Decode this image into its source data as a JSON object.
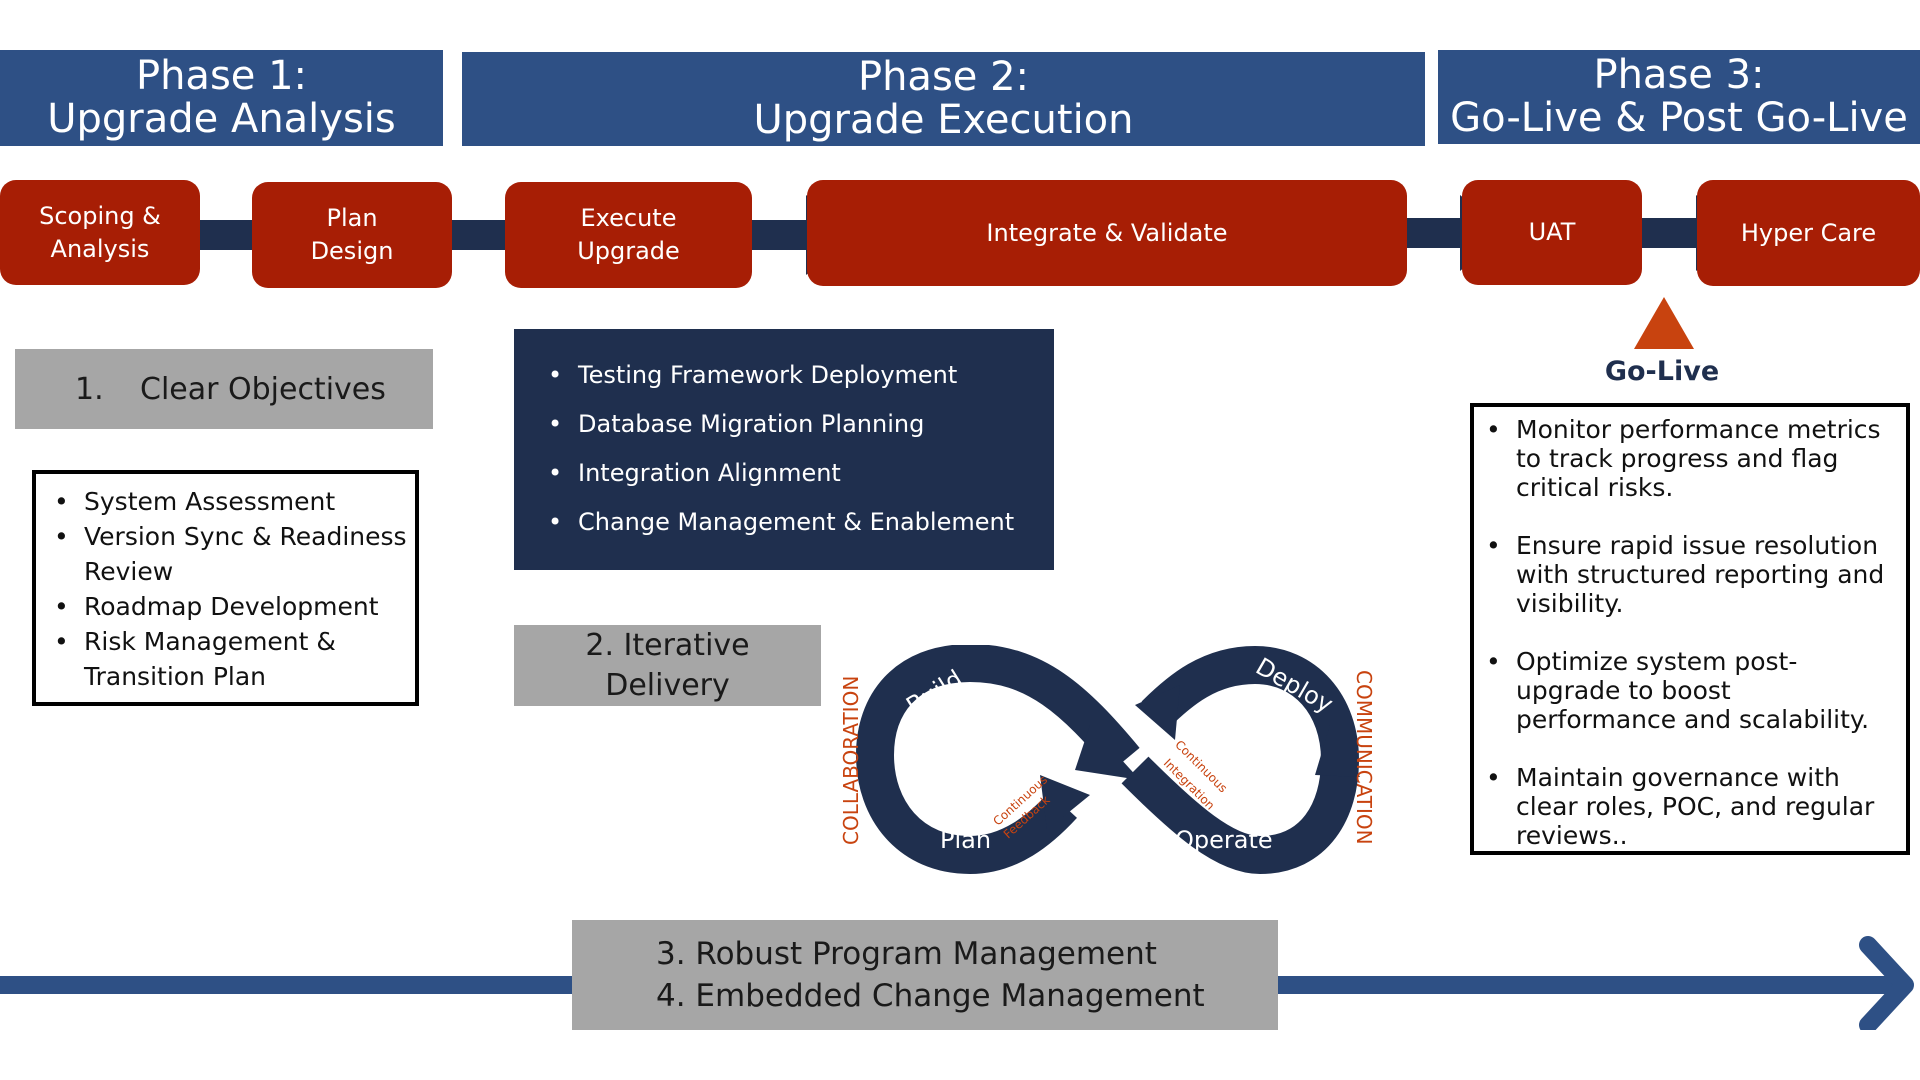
{
  "phases": [
    {
      "title": "Phase 1:",
      "subtitle": "Upgrade Analysis"
    },
    {
      "title": "Phase 2:",
      "subtitle": "Upgrade Execution"
    },
    {
      "title": "Phase 3:",
      "subtitle": "Go-Live & Post Go-Live"
    }
  ],
  "steps": [
    {
      "line1": "Scoping &",
      "line2": "Analysis"
    },
    {
      "line1": "Plan",
      "line2": "Design"
    },
    {
      "line1": "Execute",
      "line2": "Upgrade"
    },
    {
      "line1": "Integrate & Validate"
    },
    {
      "line1": "UAT"
    },
    {
      "line1": "Hyper Care"
    }
  ],
  "go_live": "Go-Live",
  "objectives": {
    "number": "1.",
    "title": "Clear Objectives"
  },
  "phase1_items": [
    "System Assessment",
    "Version Sync &  Readiness Review",
    "Roadmap Development",
    "Risk Management & Transition Plan"
  ],
  "phase2_items": [
    "Testing Framework Deployment",
    "Database Migration Planning",
    "Integration Alignment",
    "Change Management & Enablement"
  ],
  "iterative": {
    "line1": "2. Iterative",
    "line2": "Delivery"
  },
  "infinity": {
    "build": "Build",
    "deploy": "Deploy",
    "plan": "Plan",
    "operate": "Operate",
    "feedback1": "Continuous",
    "feedback2": "Feedback",
    "integration1": "Continuous",
    "integration2": "Integration",
    "left_side": "COLLABORATION",
    "right_side": "COMMUNICATION"
  },
  "phase3_items": [
    "Monitor performance metrics to track progress and flag critical risks.",
    "Ensure rapid issue resolution with structured reporting and visibility.",
    "Optimize system post-upgrade to boost performance and scalability.",
    "Maintain governance with clear roles, POC, and regular reviews.."
  ],
  "management": {
    "line1": "3. Robust Program Management",
    "line2": "4. Embedded Change Management"
  },
  "colors": {
    "phase_blue": "#2e5085",
    "step_red": "#a71e05",
    "navy": "#1f2f4e",
    "gray": "#a6a6a6",
    "orange": "#c8430f"
  }
}
